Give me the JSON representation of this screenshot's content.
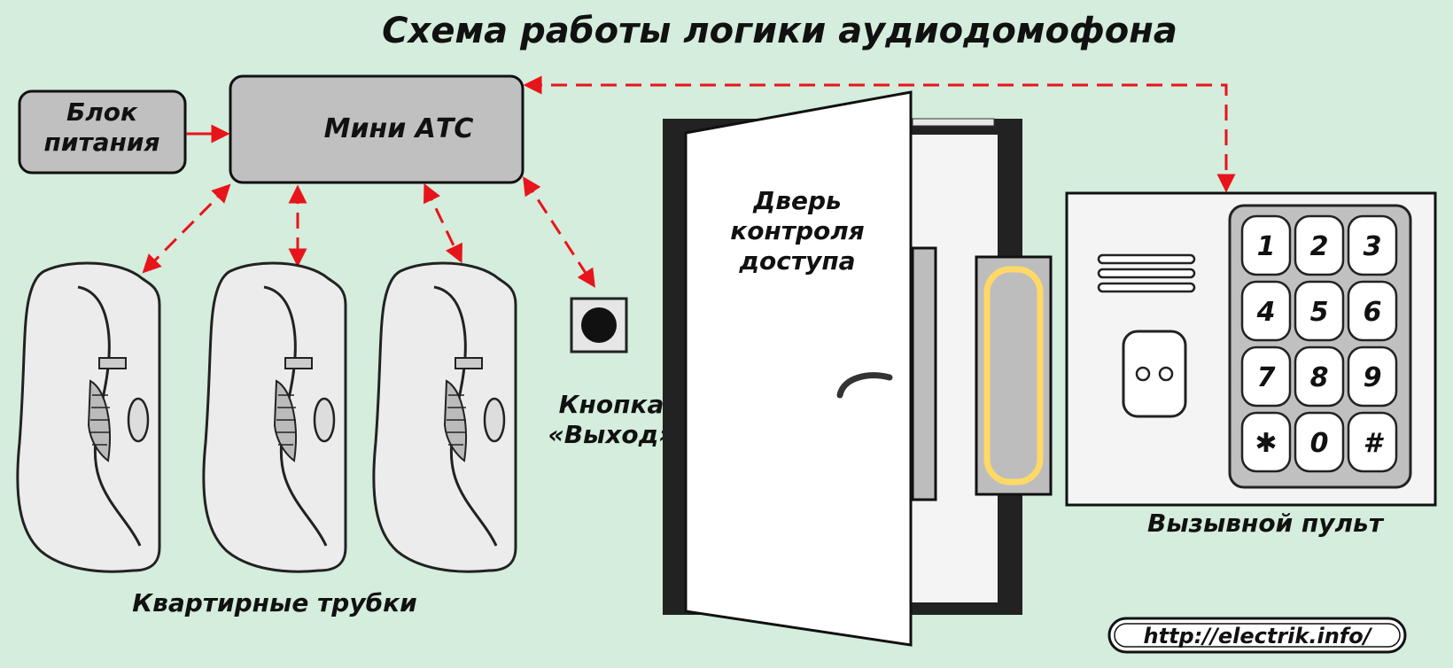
{
  "title": "Схема работы логики аудиодомофона",
  "power_block": {
    "line1": "Блок",
    "line2": "питания"
  },
  "pbx": {
    "label": "Мини АТС"
  },
  "handsets": {
    "label": "Квартирные трубки",
    "count": 3
  },
  "exit_button": {
    "line1": "Кнопка",
    "line2": "«Выход»"
  },
  "door": {
    "line1": "Дверь",
    "line2": "контроля",
    "line3": "доступа"
  },
  "call_panel": {
    "label": "Вызывной пульт",
    "keys": [
      "1",
      "2",
      "3",
      "4",
      "5",
      "6",
      "7",
      "8",
      "9",
      "✱",
      "0",
      "#"
    ]
  },
  "footer": {
    "url": "http://electrik.info/"
  },
  "colors": {
    "background": "#d4eddc",
    "connector": "#e8141b",
    "box_fill": "#c0c0c0",
    "magnet_glow": "#ffd966"
  }
}
